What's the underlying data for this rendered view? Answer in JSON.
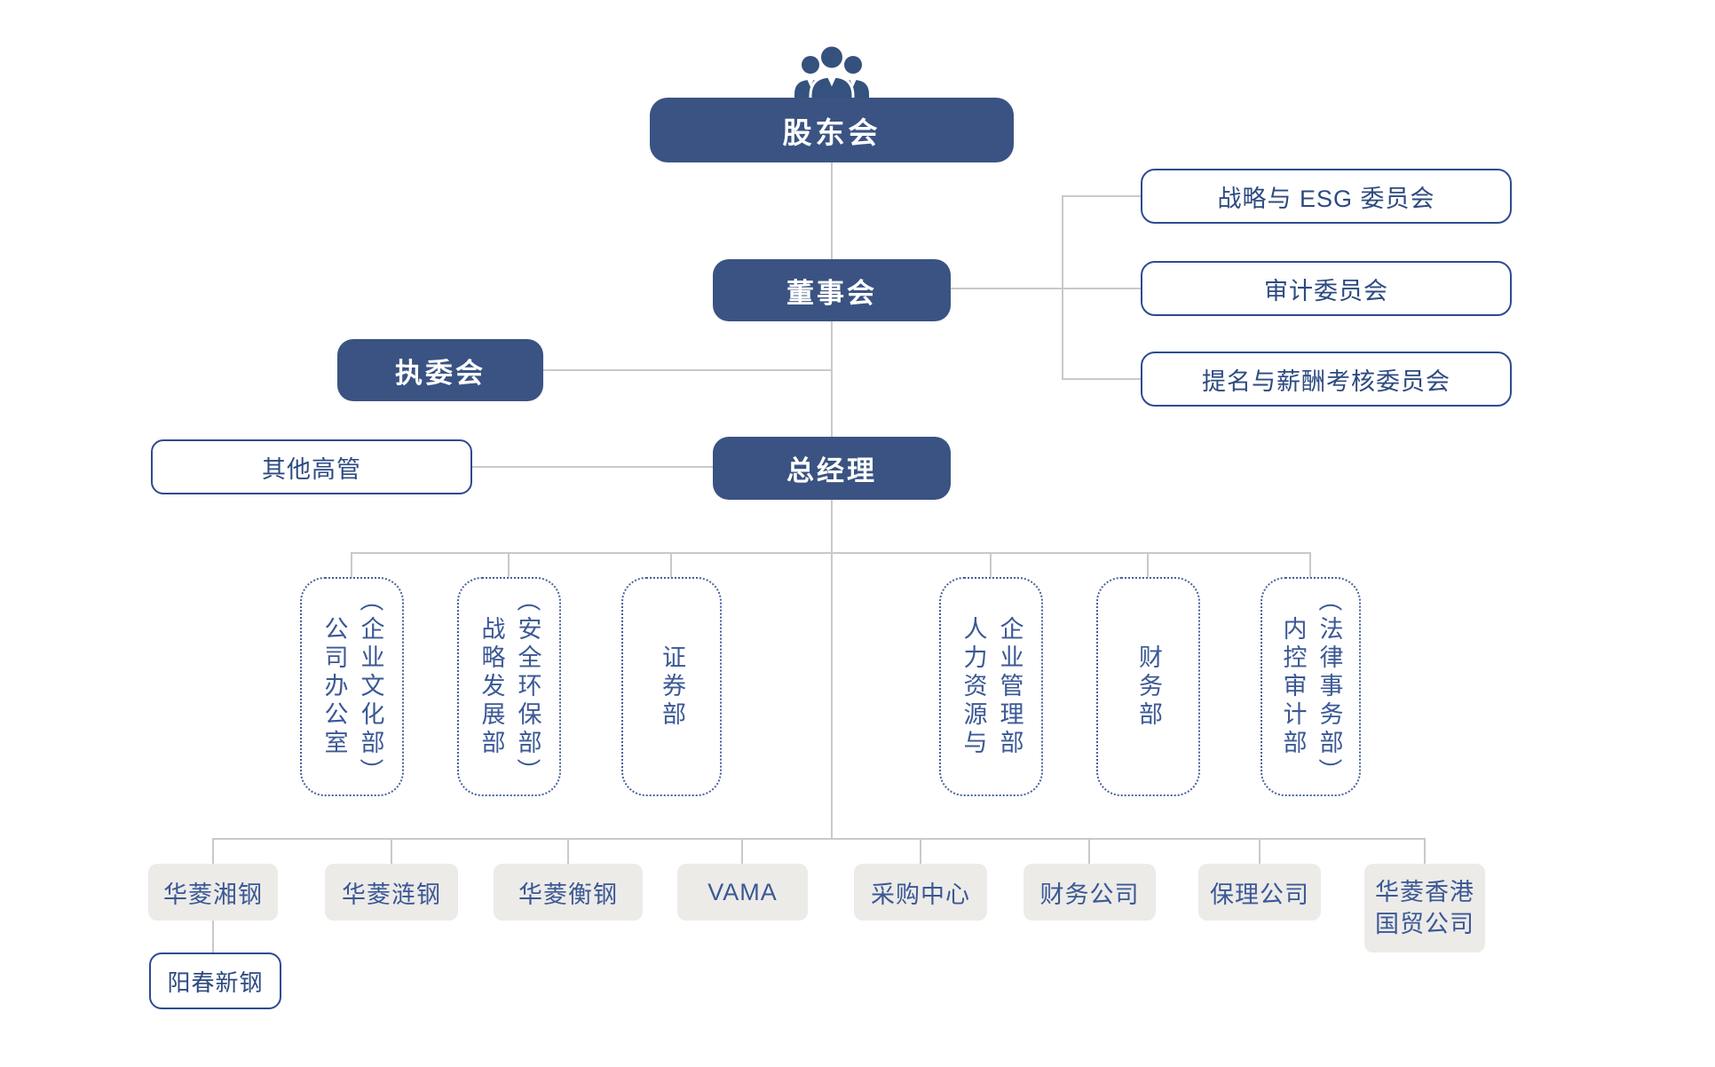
{
  "org": {
    "shareholders": "股东会",
    "board": "董事会",
    "committees": [
      "战略与 ESG 委员会",
      "审计委员会",
      "提名与薪酬考核委员会"
    ],
    "exec_committee": "执委会",
    "other_executives": "其他高管",
    "general_manager": "总经理",
    "departments": [
      {
        "name": "公司办公室（企业文化部）",
        "cols": [
          "公司办公室",
          "（企业文化部）"
        ]
      },
      {
        "name": "战略发展部（安全环保部）",
        "cols": [
          "战略发展部",
          "（安全环保部）"
        ]
      },
      {
        "name": "证券部",
        "cols": [
          "证券部"
        ]
      },
      {
        "name": "人力资源与企业管理部",
        "cols": [
          "人力资源与",
          "企业管理部"
        ]
      },
      {
        "name": "财务部",
        "cols": [
          "财务部"
        ]
      },
      {
        "name": "内控审计部（法律事务部）",
        "cols": [
          "内控审计部",
          "（法律事务部）"
        ]
      }
    ],
    "subsidiaries": [
      "华菱湘钢",
      "华菱涟钢",
      "华菱衡钢",
      "VAMA",
      "采购中心",
      "财务公司",
      "保理公司"
    ],
    "hk_subsidiary": {
      "name": "华菱香港国贸公司",
      "lines": [
        "华菱香港",
        "国贸公司"
      ]
    },
    "yangchun": "阳春新钢"
  },
  "palette": {
    "navy_box": "#3a5382",
    "outline_blue": "#2d4b90",
    "text_blue": "#3b5895",
    "gray_box": "#ecebe8",
    "connector_gray": "#c9c9c9"
  },
  "icons": {
    "top_icon": "people-group-icon"
  }
}
